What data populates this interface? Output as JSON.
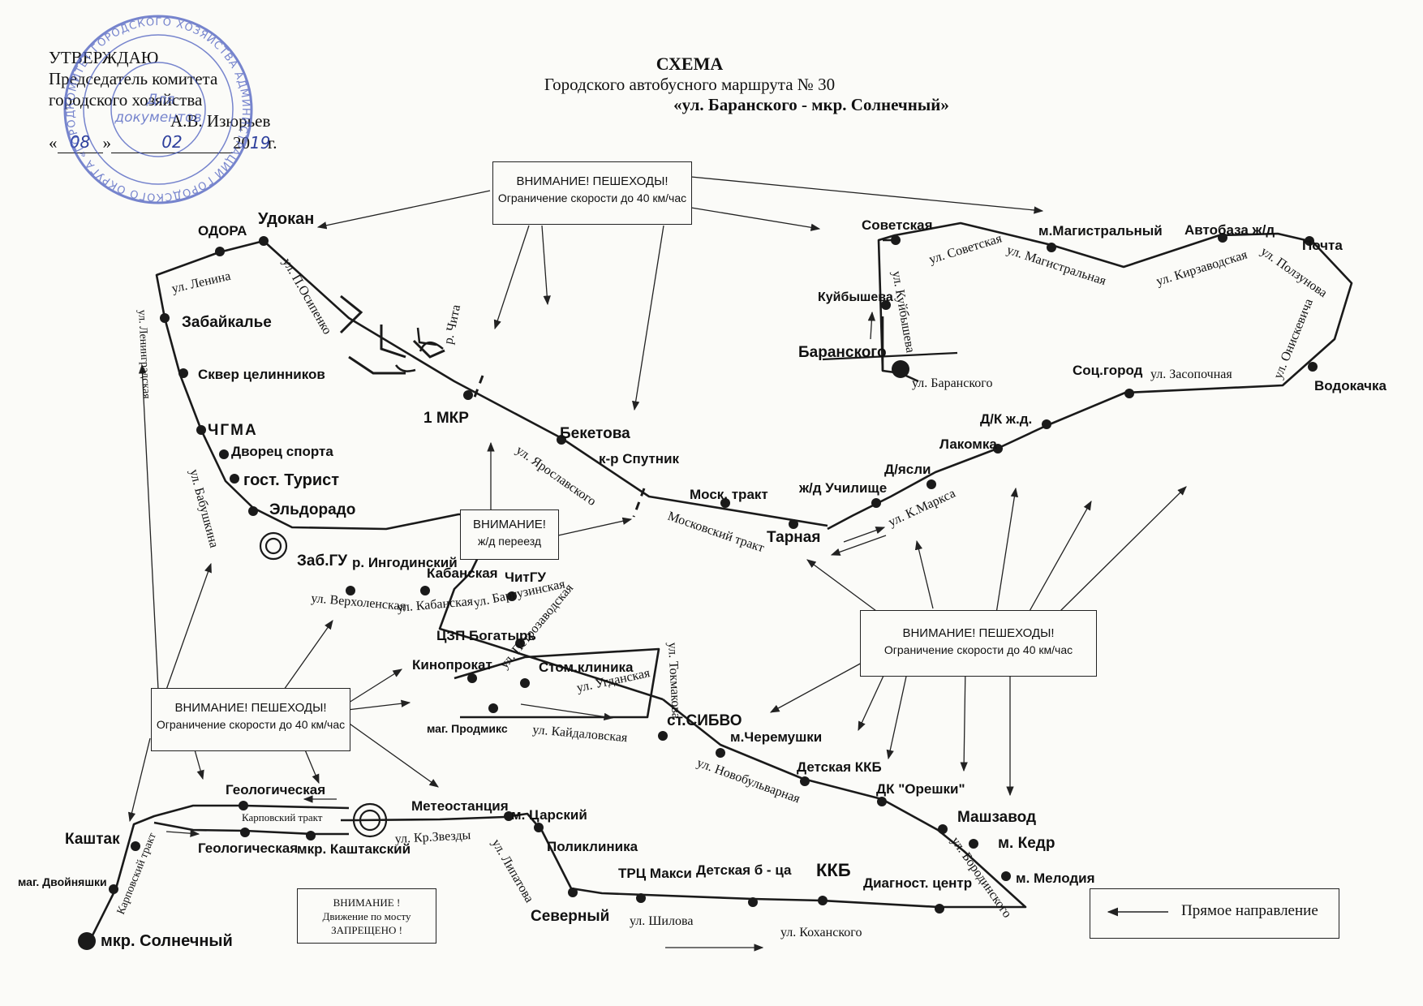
{
  "approval": {
    "line1": "УТВЕРЖДАЮ",
    "line2": "Председатель комитета",
    "line3": "городского хозяйства",
    "signer": "А.В. Изюрьев",
    "date_open": "«",
    "date_day": "08",
    "date_close": "»",
    "date_month": "02",
    "date_year_prefix": "20",
    "date_year": "19",
    "date_suffix": "г.",
    "stamp_text": "КОМИТЕТ ГОРОДСКОГО ХОЗЯЙСТВА АДМИНИСТРАЦИИ ГОРОДСКОГО ОКРУГА «ГОРОД ЧИТА»",
    "stamp_center1": "Для",
    "stamp_center2": "документов"
  },
  "title": {
    "line1": "СХЕМА",
    "line2": "Городского автобусного маршрута № 30",
    "line3": "«ул. Баранского  -  мкр. Солнечный»"
  },
  "warnings": {
    "pedestrians_top": {
      "line1": "ВНИМАНИЕ! ПЕШЕХОДЫ!",
      "line2": "Ограничение скорости до 40 км/час"
    },
    "pedestrians_right": {
      "line1": "ВНИМАНИЕ! ПЕШЕХОДЫ!",
      "line2": "Ограничение скорости до 40 км/час"
    },
    "pedestrians_left": {
      "line1": "ВНИМАНИЕ! ПЕШЕХОДЫ!",
      "line2": "Ограничение скорости до 40 км/час"
    },
    "rail_crossing": {
      "line1": "ВНИМАНИЕ!",
      "line2": "ж/д переезд"
    },
    "bridge": {
      "line1": "ВНИМАНИЕ !",
      "line2": "Движение по мосту",
      "line3": "ЗАПРЕЩЕНО !"
    }
  },
  "legend": {
    "label": "Прямое направление"
  },
  "map": {
    "stops": [
      {
        "name": "ОДОРА"
      },
      {
        "name": "Удокан"
      },
      {
        "name": "Забайкалье"
      },
      {
        "name": "Сквер целинников"
      },
      {
        "name": "ЧГМА"
      },
      {
        "name": "Дворец спорта"
      },
      {
        "name": "гост. Турист"
      },
      {
        "name": "Эльдорадо"
      },
      {
        "name": "Заб.ГУ"
      },
      {
        "name": "р. Ингодинский"
      },
      {
        "name": "Кабанская"
      },
      {
        "name": "ЧитГУ"
      },
      {
        "name": "ЦЗП Богатырь"
      },
      {
        "name": "Кинопрокат"
      },
      {
        "name": "Стом.клиника"
      },
      {
        "name": "маг. Продмикс"
      },
      {
        "name": "ст.СИБВО"
      },
      {
        "name": "м.Черемушки"
      },
      {
        "name": "Детская ККБ"
      },
      {
        "name": "ДК \"Орешки\""
      },
      {
        "name": "Машзавод"
      },
      {
        "name": "м. Кедр"
      },
      {
        "name": "м. Мелодия"
      },
      {
        "name": "Диагност. центр"
      },
      {
        "name": "ККБ"
      },
      {
        "name": "Детская б - ца"
      },
      {
        "name": "ТРЦ Макси"
      },
      {
        "name": "Северный"
      },
      {
        "name": "Поликлиника"
      },
      {
        "name": "м. Царский"
      },
      {
        "name": "Метеостанция"
      },
      {
        "name": "мкр. Каштакский"
      },
      {
        "name": "Геологическая"
      },
      {
        "name": "Геологическая"
      },
      {
        "name": "Каштак"
      },
      {
        "name": "маг. Двойняшки"
      },
      {
        "name": "мкр. Солнечный"
      },
      {
        "name": "1 МКР"
      },
      {
        "name": "Бекетова"
      },
      {
        "name": "к-р Спутник"
      },
      {
        "name": "Моск. тракт"
      },
      {
        "name": "Тарная"
      },
      {
        "name": "ж/д Училище"
      },
      {
        "name": "Д/ясли"
      },
      {
        "name": "Лакомка"
      },
      {
        "name": "Д/К ж.д."
      },
      {
        "name": "Соц.город"
      },
      {
        "name": "Водокачка"
      },
      {
        "name": "Почта"
      },
      {
        "name": "Автобаза ж/д"
      },
      {
        "name": "м.Магистральный"
      },
      {
        "name": "Советская"
      },
      {
        "name": "Куйбышева"
      },
      {
        "name": "Баранского"
      }
    ],
    "streets": [
      {
        "name": "ул. Ленина"
      },
      {
        "name": "ул. П.Осипенко"
      },
      {
        "name": "ул. Ленинградская"
      },
      {
        "name": "ул. Бабушкина"
      },
      {
        "name": "р. Чита"
      },
      {
        "name": "ул. Ярославского"
      },
      {
        "name": "Московский тракт"
      },
      {
        "name": "ул. Верхоленская"
      },
      {
        "name": "ул. Кабанская"
      },
      {
        "name": "ул. Баргузинская"
      },
      {
        "name": "ул. Петрозаводская"
      },
      {
        "name": "ул. Угданская"
      },
      {
        "name": "ул. Токмакова"
      },
      {
        "name": "ул. Кайдаловская"
      },
      {
        "name": "ул. Новобульварная"
      },
      {
        "name": "ул. Бородинского"
      },
      {
        "name": "ул. Коханского"
      },
      {
        "name": "ул. Шилова"
      },
      {
        "name": "ул. Липатова"
      },
      {
        "name": "ул. Кр.Звезды"
      },
      {
        "name": "Карповский тракт"
      },
      {
        "name": "Карповский тракт"
      },
      {
        "name": "ул. К.Маркса"
      },
      {
        "name": "ул. Засопочная"
      },
      {
        "name": "ул. Онискевича"
      },
      {
        "name": "ул. Ползунова"
      },
      {
        "name": "ул. Кирзаводская"
      },
      {
        "name": "ул. Магистральная"
      },
      {
        "name": "ул. Советская"
      },
      {
        "name": "ул. Куйбышева"
      },
      {
        "name": "ул. Баранского"
      }
    ]
  }
}
